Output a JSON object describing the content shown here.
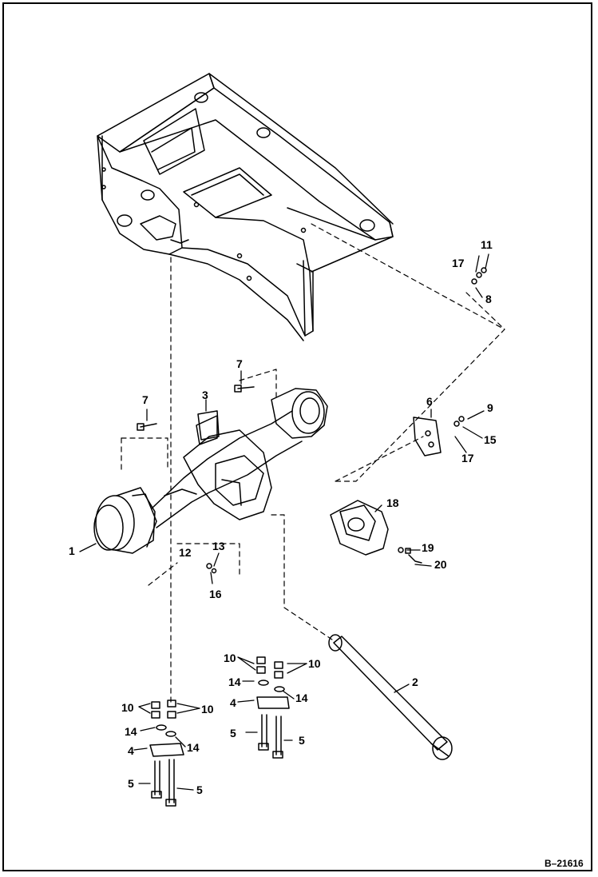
{
  "figure_id": "B–21616",
  "callouts": {
    "c1": "1",
    "c2": "2",
    "c3": "3",
    "c4a": "4",
    "c4b": "4",
    "c5a": "5",
    "c5b": "5",
    "c5c": "5",
    "c5d": "5",
    "c6": "6",
    "c7a": "7",
    "c7b": "7",
    "c8": "8",
    "c9": "9",
    "c10a": "10",
    "c10b": "10",
    "c10c": "10",
    "c10d": "10",
    "c11": "11",
    "c12": "12",
    "c13": "13",
    "c14a": "14",
    "c14b": "14",
    "c14c": "14",
    "c14d": "14",
    "c15": "15",
    "c16": "16",
    "c17a": "17",
    "c17b": "17",
    "c18": "18",
    "c19": "19",
    "c20": "20"
  }
}
